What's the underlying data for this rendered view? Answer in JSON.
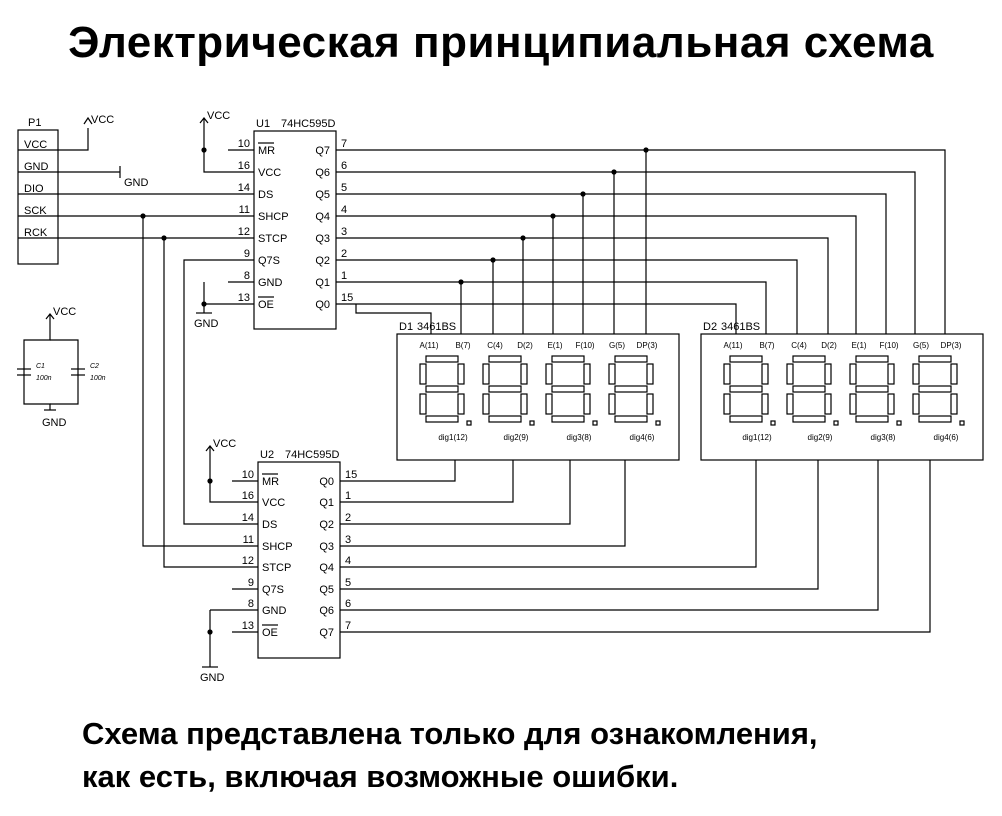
{
  "title": "Электрическая принципиальная схема",
  "note": {
    "line1": "Схема представлена только для ознакомления,",
    "line2": "как есть, включая возможные ошибки."
  },
  "power": {
    "vcc": "VCC",
    "gnd": "GND"
  },
  "connector": {
    "ref": "P1",
    "pins": [
      "VCC",
      "GND",
      "DIO",
      "SCK",
      "RCK"
    ]
  },
  "caps": [
    {
      "ref": "C1",
      "value": "100n"
    },
    {
      "ref": "C2",
      "value": "100n"
    }
  ],
  "u1": {
    "ref": "U1",
    "part": "74HC595D",
    "left": [
      {
        "num": "10",
        "name": "MR",
        "bar": true
      },
      {
        "num": "16",
        "name": "VCC"
      },
      {
        "num": "14",
        "name": "DS"
      },
      {
        "num": "11",
        "name": "SHCP"
      },
      {
        "num": "12",
        "name": "STCP"
      },
      {
        "num": "9",
        "name": "Q7S"
      },
      {
        "num": "8",
        "name": "GND"
      },
      {
        "num": "13",
        "name": "OE",
        "bar": true
      }
    ],
    "right": [
      {
        "name": "Q7",
        "num": "7"
      },
      {
        "name": "Q6",
        "num": "6"
      },
      {
        "name": "Q5",
        "num": "5"
      },
      {
        "name": "Q4",
        "num": "4"
      },
      {
        "name": "Q3",
        "num": "3"
      },
      {
        "name": "Q2",
        "num": "2"
      },
      {
        "name": "Q1",
        "num": "1"
      },
      {
        "name": "Q0",
        "num": "15"
      }
    ]
  },
  "u2": {
    "ref": "U2",
    "part": "74HC595D",
    "left": [
      {
        "num": "10",
        "name": "MR",
        "bar": true
      },
      {
        "num": "16",
        "name": "VCC"
      },
      {
        "num": "14",
        "name": "DS"
      },
      {
        "num": "11",
        "name": "SHCP"
      },
      {
        "num": "12",
        "name": "STCP"
      },
      {
        "num": "9",
        "name": "Q7S"
      },
      {
        "num": "8",
        "name": "GND"
      },
      {
        "num": "13",
        "name": "OE",
        "bar": true
      }
    ],
    "right": [
      {
        "name": "Q0",
        "num": "15"
      },
      {
        "name": "Q1",
        "num": "1"
      },
      {
        "name": "Q2",
        "num": "2"
      },
      {
        "name": "Q3",
        "num": "3"
      },
      {
        "name": "Q4",
        "num": "4"
      },
      {
        "name": "Q5",
        "num": "5"
      },
      {
        "name": "Q6",
        "num": "6"
      },
      {
        "name": "Q7",
        "num": "7"
      }
    ]
  },
  "displays": [
    {
      "ref": "D1",
      "part": "3461BS"
    },
    {
      "ref": "D2",
      "part": "3461BS"
    }
  ],
  "segment_pins": [
    "A(11)",
    "B(7)",
    "C(4)",
    "D(2)",
    "E(1)",
    "F(10)",
    "G(5)",
    "DP(3)"
  ],
  "digit_pins": [
    "dig1(12)",
    "dig2(9)",
    "dig3(8)",
    "dig4(6)"
  ]
}
